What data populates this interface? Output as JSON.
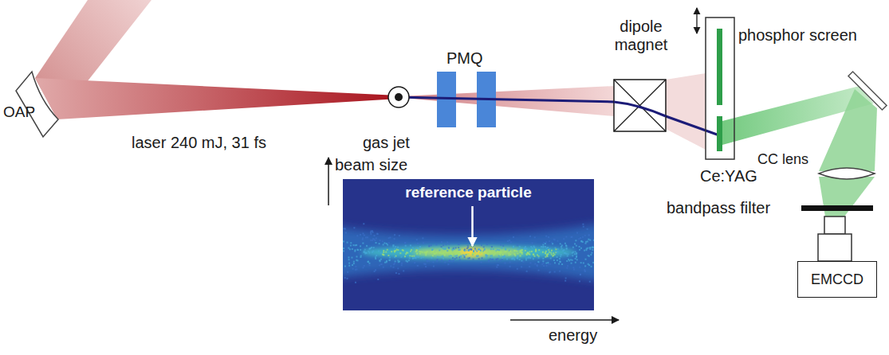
{
  "diagram": {
    "nodes": [
      {
        "text": [
          "reference particle"
        ]
      },
      {
        "text": [
          "EMCCD"
        ]
      }
    ],
    "labels": [
      "OAP",
      "laser 240 mJ, 31 fs",
      "gas jet",
      "PMQ",
      "dipole magnet",
      "phosphor screen",
      "Ce:YAG",
      "CC lens",
      "bandpass filter",
      "beam size",
      "energy"
    ]
  }
}
